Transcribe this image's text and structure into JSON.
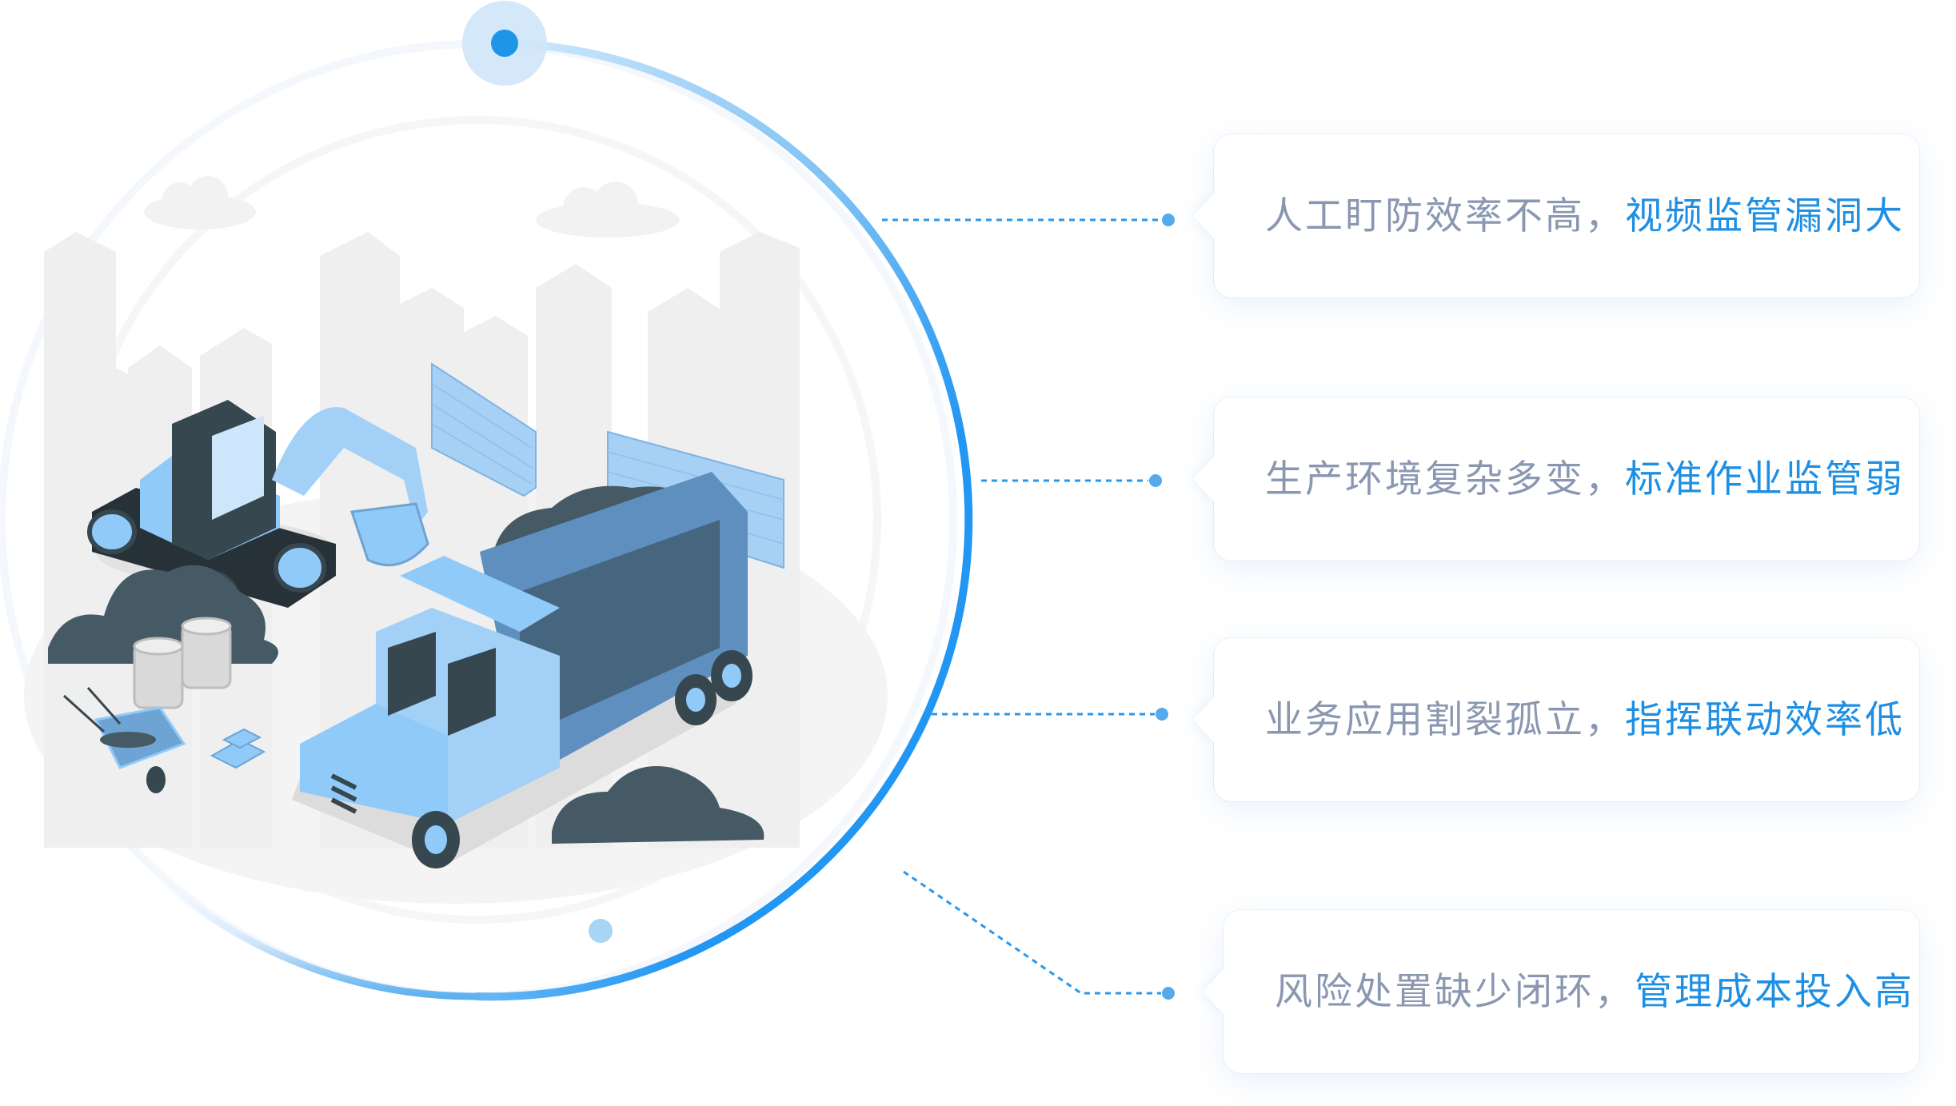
{
  "colors": {
    "accent": "#1f8fe3",
    "ring": "#2196f3",
    "ring_light": "#a8d4f6",
    "muted_text": "#8a97b1",
    "dotted_line": "#2b97ea",
    "connector_dot": "#55aaeb",
    "illustration_dark": "#455a64",
    "illustration_blue": "#90caf9",
    "background_gray": "#f2f2f2"
  },
  "illustration": {
    "subject": "construction-site",
    "elements": [
      "city-skyline",
      "clouds",
      "excavator",
      "dump-truck",
      "brick-walls",
      "soil-piles",
      "oil-barrels",
      "wheelbarrow",
      "bricks"
    ]
  },
  "problems": [
    {
      "lead": "人工盯防效率不高，",
      "highlight": "视频监管漏洞大"
    },
    {
      "lead": "生产环境复杂多变，",
      "highlight": "标准作业监管弱"
    },
    {
      "lead": "业务应用割裂孤立，",
      "highlight": "指挥联动效率低"
    },
    {
      "lead": "风险处置缺少闭环，",
      "highlight": "管理成本投入高"
    }
  ]
}
